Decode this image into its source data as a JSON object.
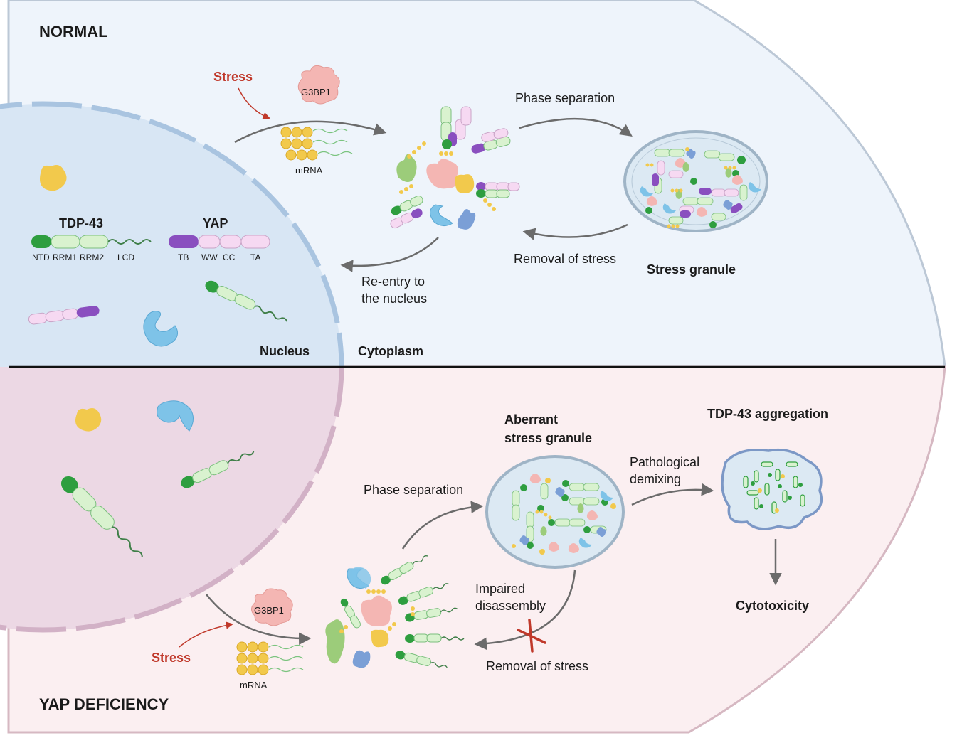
{
  "panels": {
    "top_title": "NORMAL",
    "bottom_title": "YAP DEFICIENCY"
  },
  "normal": {
    "stress": "Stress",
    "g3bp1": "G3BP1",
    "mrna": "mRNA",
    "phase_separation": "Phase separation",
    "removal_of_stress": "Removal of stress",
    "stress_granule": "Stress granule",
    "reentry_line1": "Re-entry to",
    "reentry_line2": "the nucleus",
    "nucleus": "Nucleus",
    "cytoplasm": "Cytoplasm"
  },
  "legend": {
    "tdp43": {
      "name": "TDP-43",
      "domains": [
        "NTD",
        "RRM1",
        "RRM2",
        "LCD"
      ]
    },
    "yap": {
      "name": "YAP",
      "domains": [
        "TB",
        "WW",
        "CC",
        "TA"
      ]
    }
  },
  "deficiency": {
    "aberrant_line1": "Aberrant",
    "aberrant_line2": "stress granule",
    "tdp43_aggregation": "TDP-43 aggregation",
    "pathological_line1": "Pathological",
    "pathological_line2": "demixing",
    "phase_separation": "Phase separation",
    "impaired_line1": "Impaired",
    "impaired_line2": "disassembly",
    "removal_of_stress": "Removal of stress",
    "cytotoxicity": "Cytotoxicity",
    "stress": "Stress",
    "g3bp1": "G3BP1",
    "mrna": "mRNA"
  },
  "colors": {
    "top_bg": "#eef4fb",
    "bottom_bg": "#fbeff1",
    "nucleus_top": "#d8e6f4",
    "nucleus_bottom": "#ecd8e4",
    "tdp_green": "#2e9e3f",
    "tdp_light": "#d9f2cf",
    "yap_purple": "#8a4fbf",
    "yap_light": "#f6d9f2",
    "g3bp1_pink": "#f4b6b3",
    "blue_protein": "#7ec3e8",
    "yellow_protein": "#f2c94c",
    "stress_red": "#c0392b"
  }
}
